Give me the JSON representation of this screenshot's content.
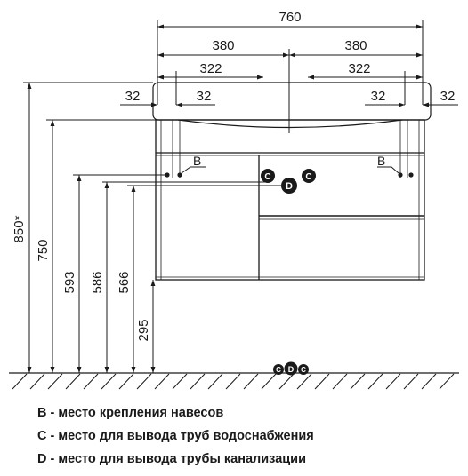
{
  "dimensions": {
    "overall_width": "760",
    "half_width_left": "380",
    "half_width_right": "380",
    "offset_left": "322",
    "offset_right": "322",
    "edge_left_a": "32",
    "edge_left_b": "32",
    "edge_right_a": "32",
    "edge_right_b": "32",
    "height_top": "850*",
    "height_750": "750",
    "height_593": "593",
    "height_586": "586",
    "height_566": "566",
    "height_295": "295"
  },
  "markers": {
    "b_left": "B",
    "b_right": "B",
    "c_left": "C",
    "d_center": "D",
    "c_right": "C",
    "floor_c1": "C",
    "floor_d": "D",
    "floor_c2": "C"
  },
  "legend": {
    "b": "B - место крепления навесов",
    "c": "C - место для вывода труб водоснабжения",
    "d": "D - место для вывода трубы канализации"
  }
}
